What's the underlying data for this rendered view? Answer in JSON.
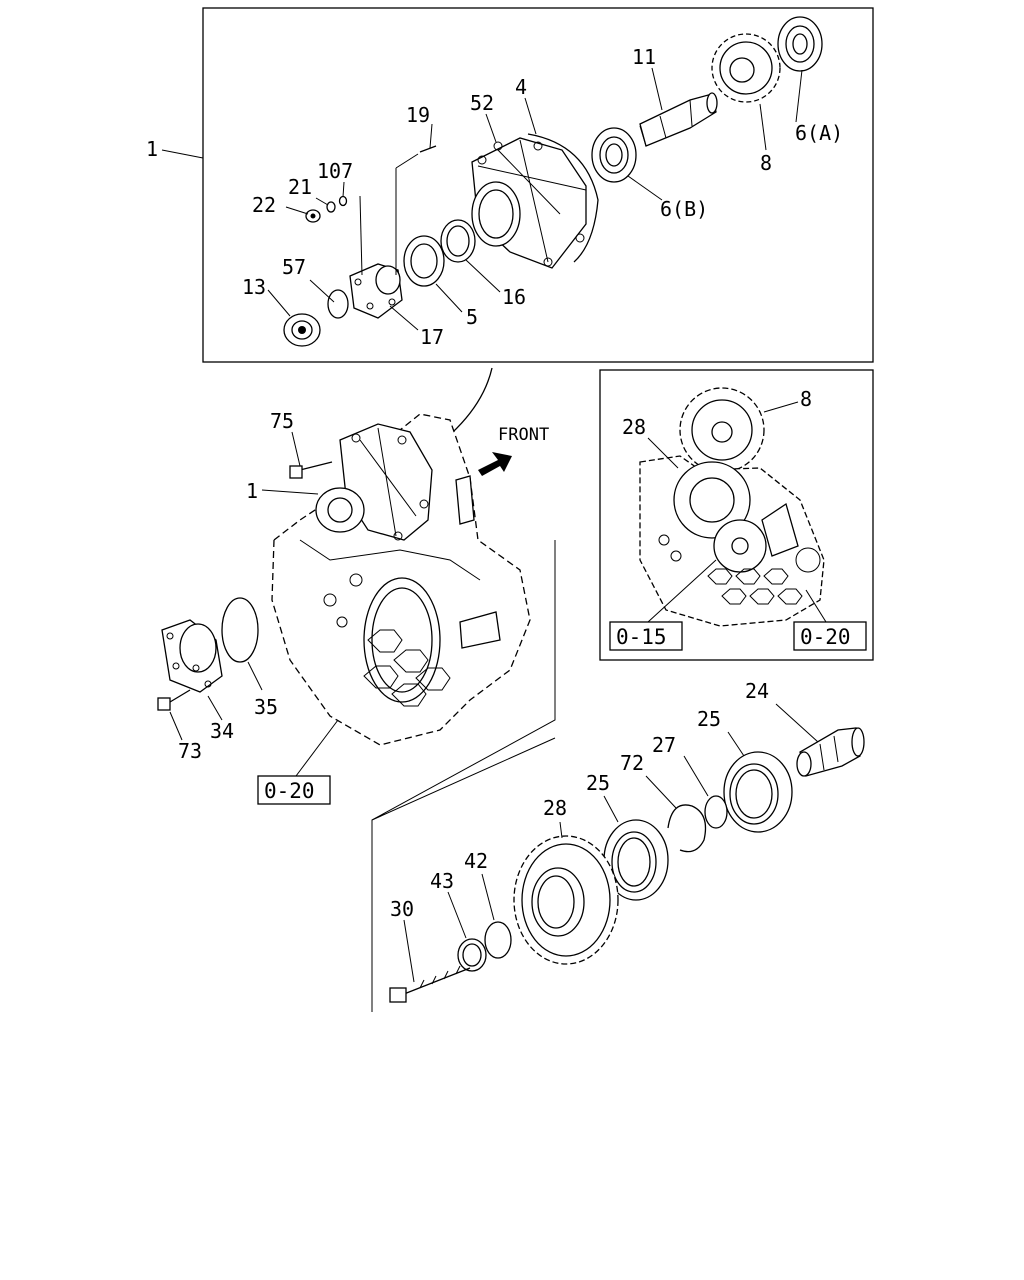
{
  "callouts": {
    "c1_top": "1",
    "c4": "4",
    "c52": "52",
    "c19": "19",
    "c107": "107",
    "c21": "21",
    "c22": "22",
    "c57": "57",
    "c13": "13",
    "c17": "17",
    "c5": "5",
    "c16": "16",
    "c6b": "6(B)",
    "c11": "11",
    "c6a": "6(A)",
    "c8_top": "8",
    "c75": "75",
    "c1_mid": "1",
    "c35": "35",
    "c34": "34",
    "c73": "73",
    "c8_inset": "8",
    "c28_inset": "28",
    "c24": "24",
    "c25a": "25",
    "c27": "27",
    "c72": "72",
    "c25b": "25",
    "c28": "28",
    "c42": "42",
    "c43": "43",
    "c30": "30"
  },
  "refs": {
    "ref_020_main": "0-20",
    "ref_015_inset": "0-15",
    "ref_020_inset": "0-20"
  },
  "front_label": "FRONT"
}
